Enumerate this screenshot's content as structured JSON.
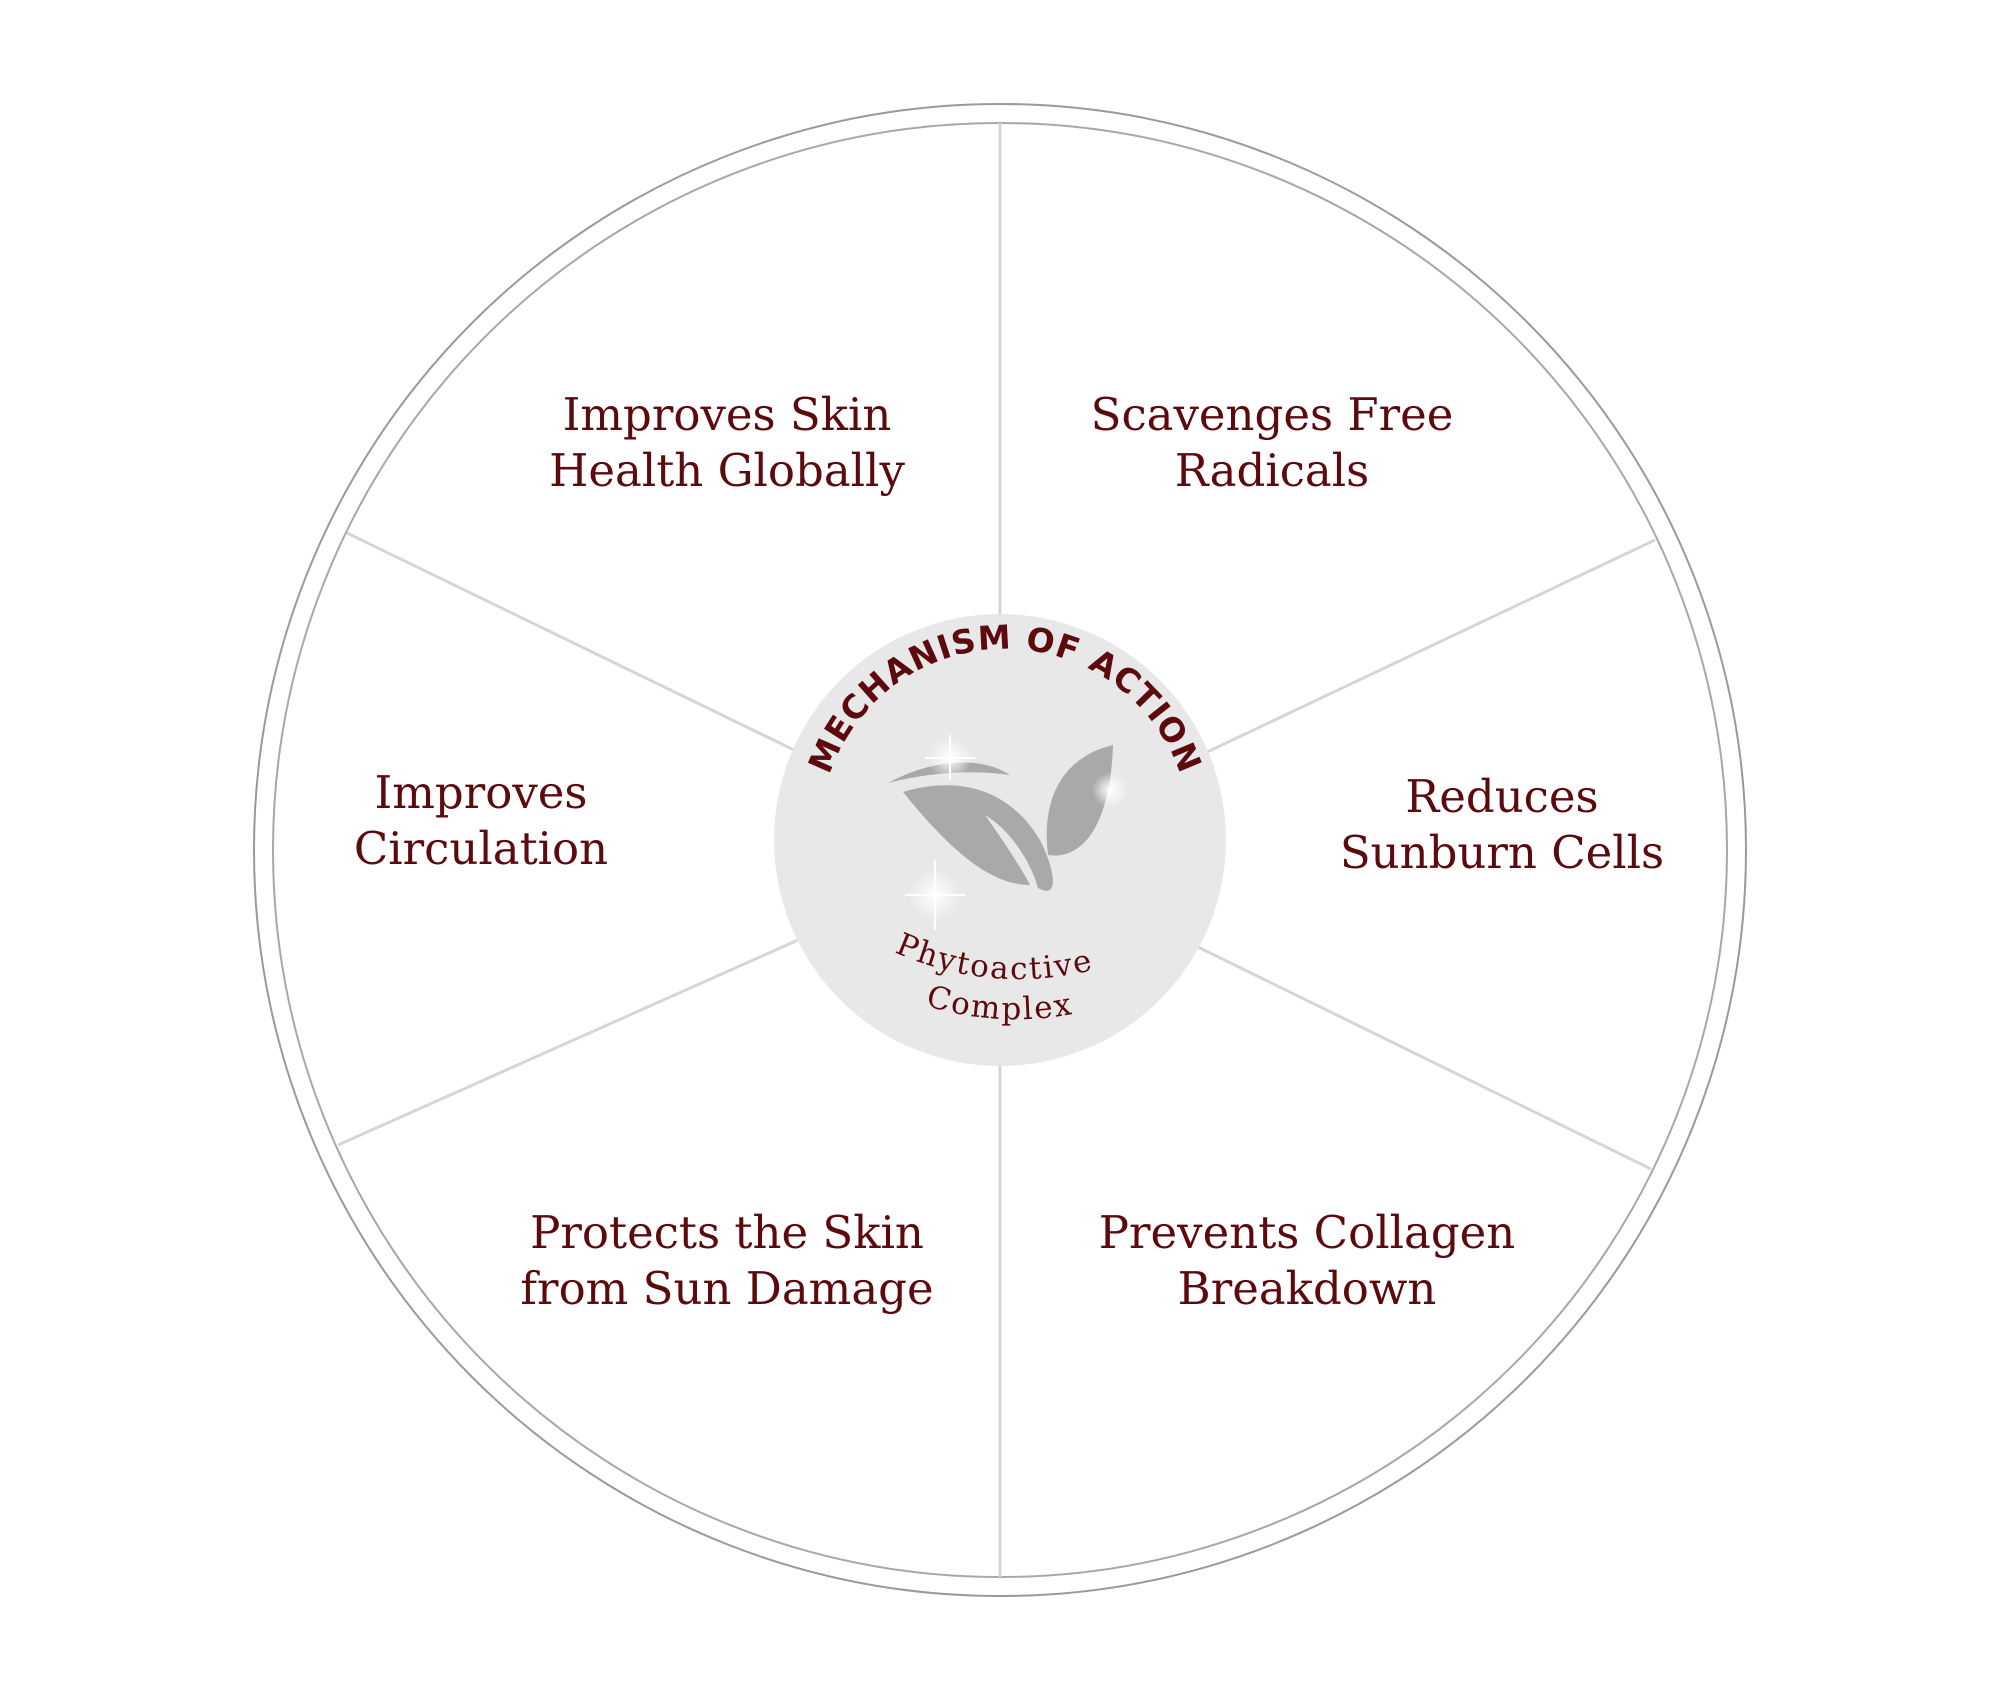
{
  "center": {
    "title": "MECHANISM OF ACTION",
    "subtitle_line1": "Phytoactive",
    "subtitle_line2": "Complex",
    "logo": "leaf-icon"
  },
  "segments": [
    {
      "line1": "Improves Skin",
      "line2": "Health Globally"
    },
    {
      "line1": "Scavenges Free",
      "line2": "Radicals"
    },
    {
      "line1": "Reduces",
      "line2": "Sunburn Cells"
    },
    {
      "line1": "Prevents Collagen",
      "line2": "Breakdown"
    },
    {
      "line1": "Protects the Skin",
      "line2": "from Sun Damage"
    },
    {
      "line1": "Improves",
      "line2": "Circulation"
    }
  ],
  "colors": {
    "text": "#5c0a0e",
    "hub": "#e8e8e8",
    "spoke": "#d6d6d6",
    "ring": "#9a9a9a"
  }
}
